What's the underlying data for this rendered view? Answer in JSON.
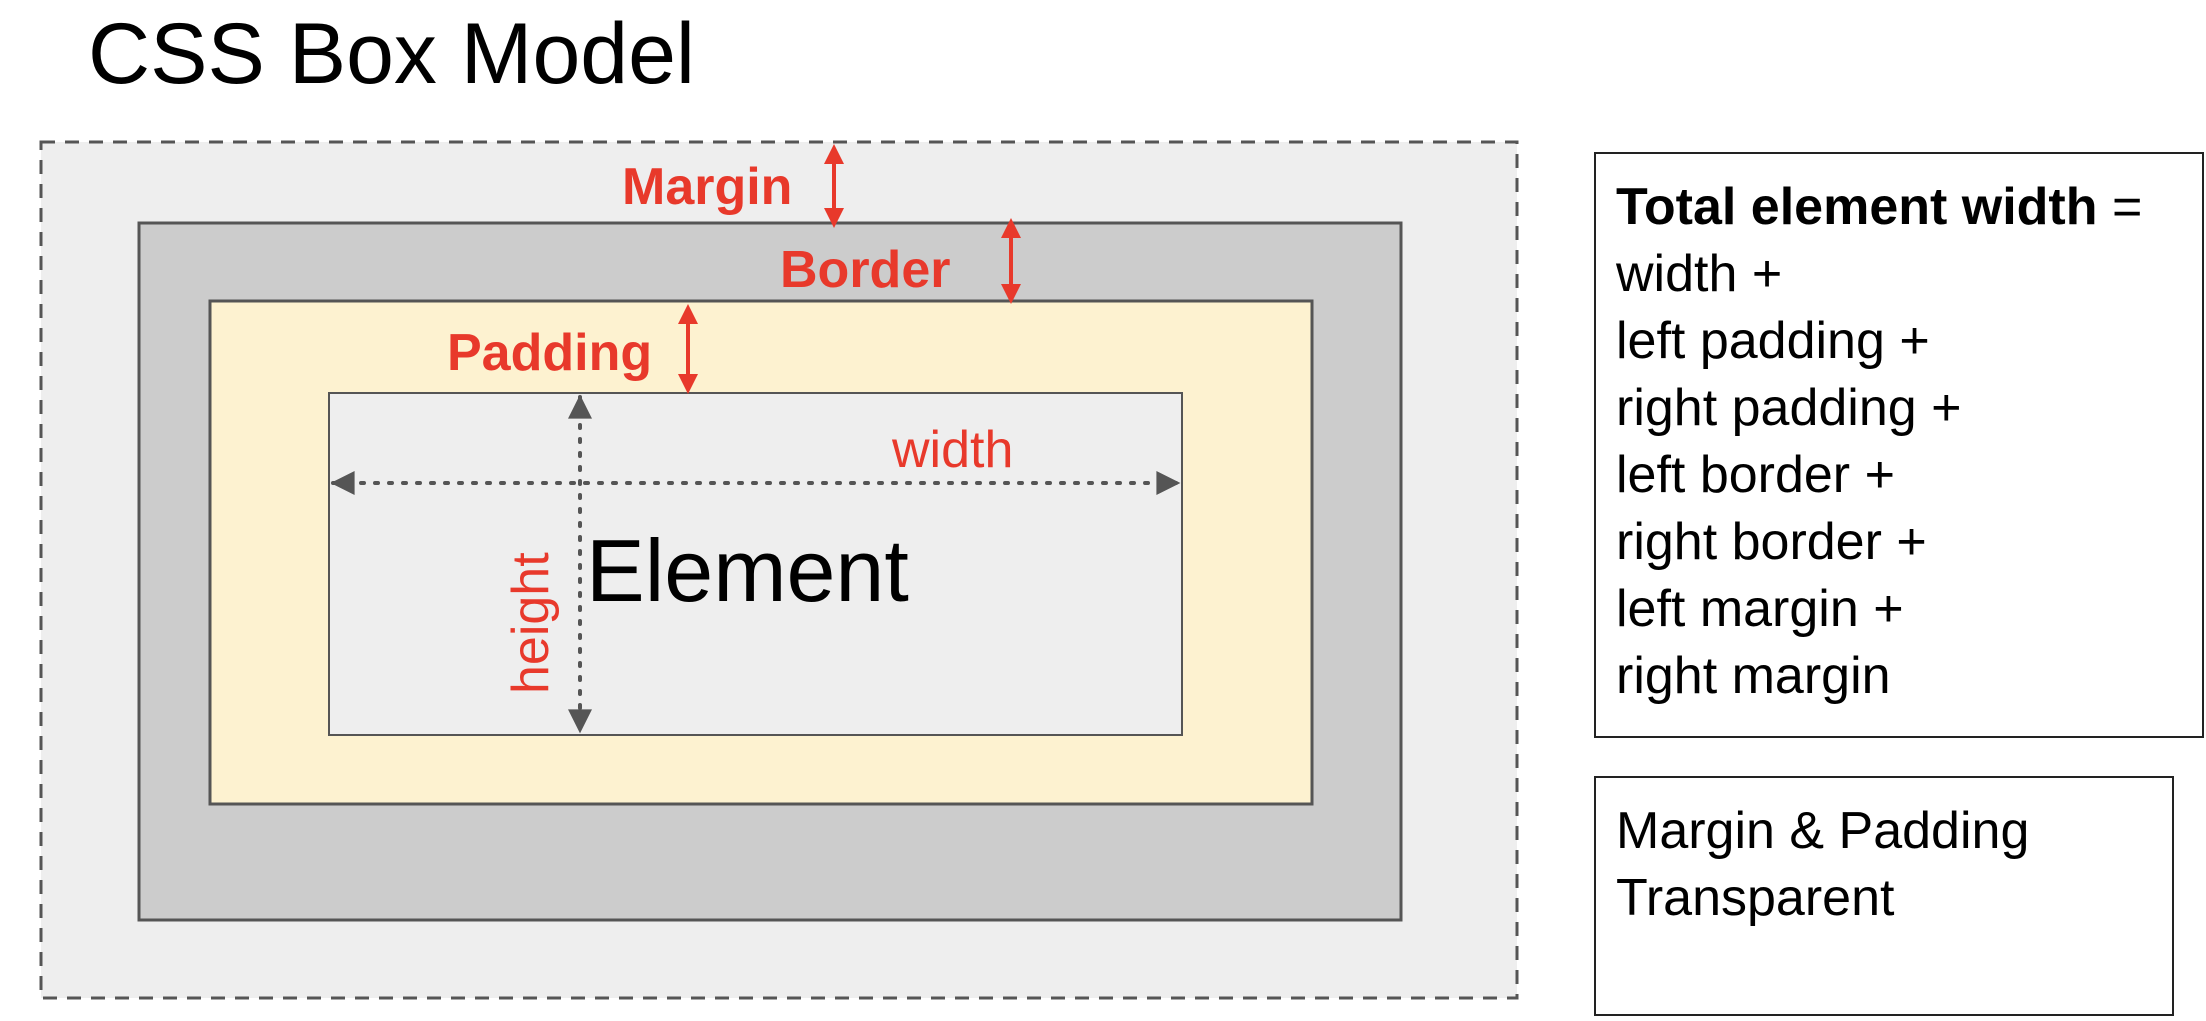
{
  "title": "CSS Box Model",
  "colors": {
    "margin_fill": "#eeeeee",
    "border_fill": "#cccccc",
    "padding_fill": "#fdf2d0",
    "element_fill": "#eeeeee",
    "outline": "#555555",
    "label_red": "#e8392b",
    "dim_arrow": "#555555"
  },
  "diagram": {
    "labels": {
      "margin": "Margin",
      "border": "Border",
      "padding": "Padding",
      "element": "Element",
      "width": "width",
      "height": "height"
    }
  },
  "formula": {
    "heading": "Total element width",
    "equals": " =",
    "terms": [
      "width +",
      "left padding +",
      "right padding +",
      "left border +",
      "right border +",
      "left margin +",
      "right margin"
    ]
  },
  "note": {
    "lines": [
      "Margin & Padding",
      "Transparent"
    ]
  }
}
